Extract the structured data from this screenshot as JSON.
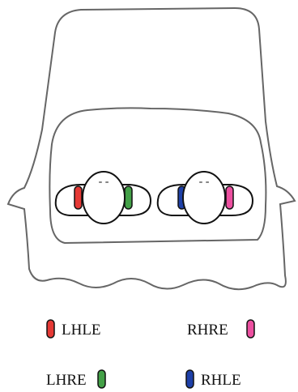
{
  "legend": {
    "lhle": {
      "label": "LHLE",
      "color": "#e53935"
    },
    "rhre": {
      "label": "RHRE",
      "color": "#ec4fa0"
    },
    "lhre": {
      "label": "LHRE",
      "color": "#43a047"
    },
    "rhle": {
      "label": "RHLE",
      "color": "#1e40a8"
    }
  },
  "figure": {
    "outline_color": "#666666",
    "line_color": "#111111"
  },
  "labels": {
    "eyes": [
      {
        "position": "left eye inner-left",
        "code": "LHLE"
      },
      {
        "position": "left eye inner-right",
        "code": "LHRE"
      },
      {
        "position": "right eye inner-left",
        "code": "RHLE"
      },
      {
        "position": "right eye inner-right",
        "code": "RHRE"
      }
    ]
  }
}
